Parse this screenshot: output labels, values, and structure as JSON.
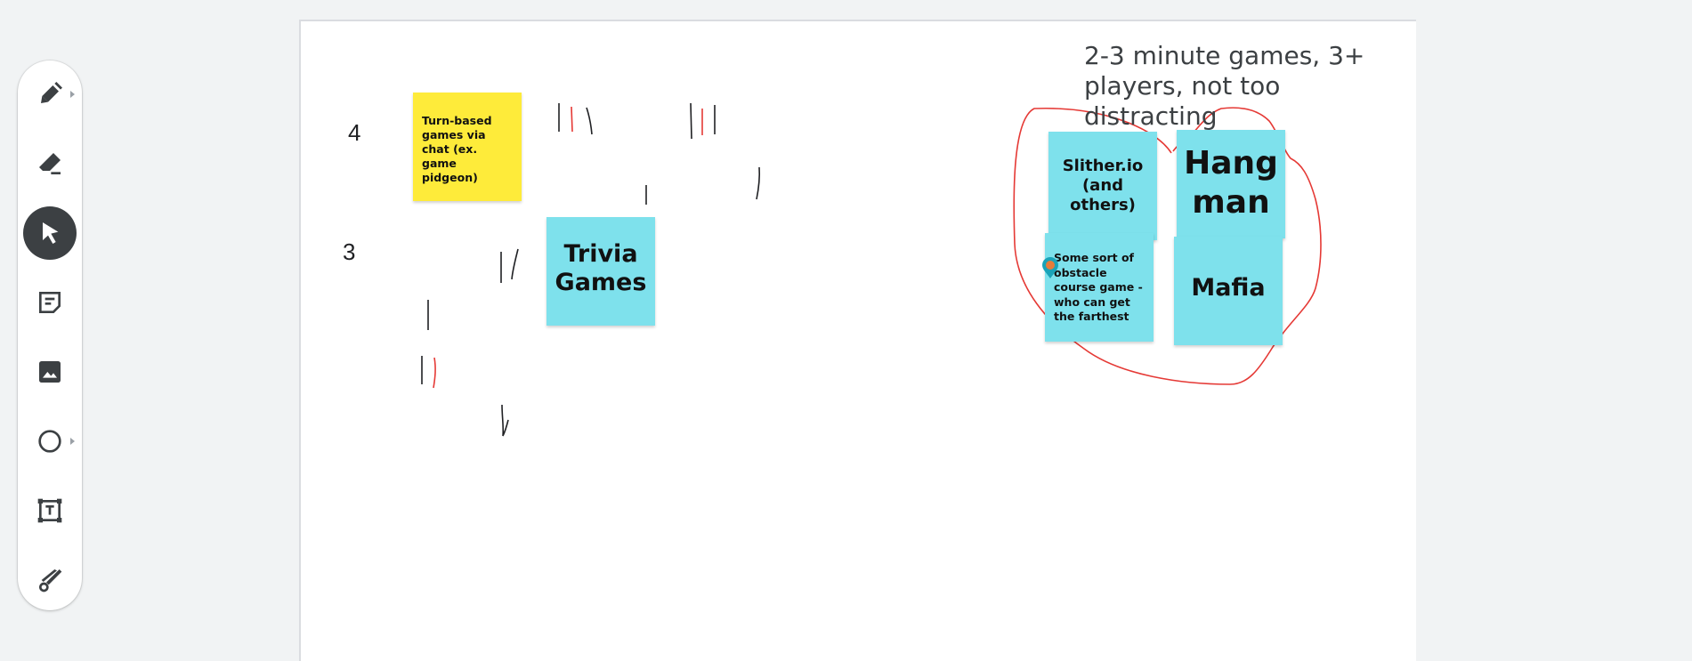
{
  "toolbar": {
    "tools": [
      {
        "icon": "pen-icon",
        "has_menu": true,
        "active": false
      },
      {
        "icon": "eraser-icon",
        "has_menu": false,
        "active": false
      },
      {
        "icon": "select-cursor-icon",
        "has_menu": false,
        "active": true
      },
      {
        "icon": "sticky-note-icon",
        "has_menu": false,
        "active": false
      },
      {
        "icon": "image-icon",
        "has_menu": false,
        "active": false
      },
      {
        "icon": "circle-shape-icon",
        "has_menu": true,
        "active": false
      },
      {
        "icon": "text-box-icon",
        "has_menu": false,
        "active": false
      },
      {
        "icon": "laser-pointer-icon",
        "has_menu": false,
        "active": false
      }
    ]
  },
  "board": {
    "heading": "2-3 minute games, 3+ players, not too distracting",
    "row_numbers": [
      "4",
      "3"
    ],
    "sticky_notes": {
      "turn_based": "Turn-based games via chat (ex. game pidgeon)",
      "trivia": "Trivia Games",
      "slither": "Slither.io (and others)",
      "hangman": "Hang man",
      "obstacle": "Some sort of obstacle course game - who can get the farthest",
      "mafia": "Mafia"
    },
    "colors": {
      "yellow_note": "#feeb3a",
      "cyan_note": "#7ee1ec",
      "ink_red": "#e53935",
      "ink_black": "#202124",
      "active_tool": "#3c4043"
    }
  }
}
